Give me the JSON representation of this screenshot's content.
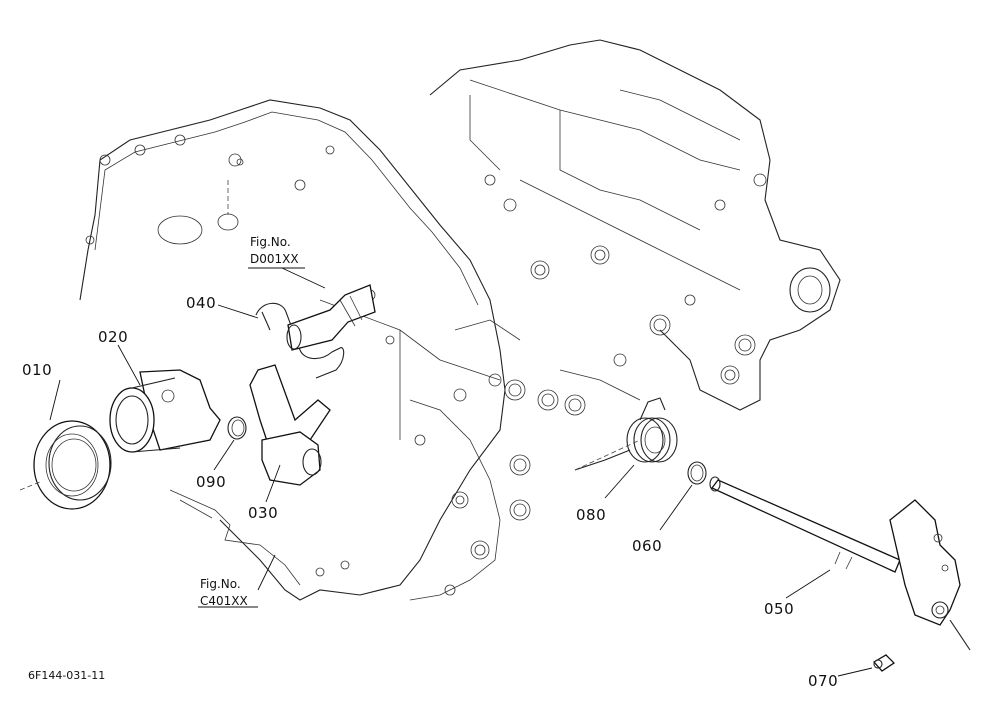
{
  "callouts": {
    "p010": "010",
    "p020": "020",
    "p030": "030",
    "p040": "040",
    "p050": "050",
    "p060": "060",
    "p070": "070",
    "p080": "080",
    "p090": "090"
  },
  "references": {
    "upper_fig": "Fig.No.",
    "upper_code": "D001XX",
    "lower_fig": "Fig.No.",
    "lower_code": "C401XX"
  },
  "drawing_code": "6F144-031-11"
}
